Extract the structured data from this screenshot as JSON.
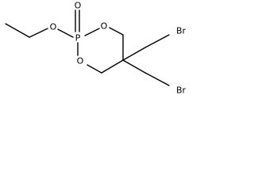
{
  "atoms": {
    "phosphorus": "P",
    "oxo_oxygen": "O",
    "ethoxy_oxygen": "O",
    "ring_oxygen_top": "O",
    "ring_oxygen_bottom": "O",
    "bromine_top": "Br",
    "bromine_bottom": "Br"
  },
  "colors": {
    "bond": "#000000",
    "label": "#000000",
    "background": "#ffffff"
  }
}
